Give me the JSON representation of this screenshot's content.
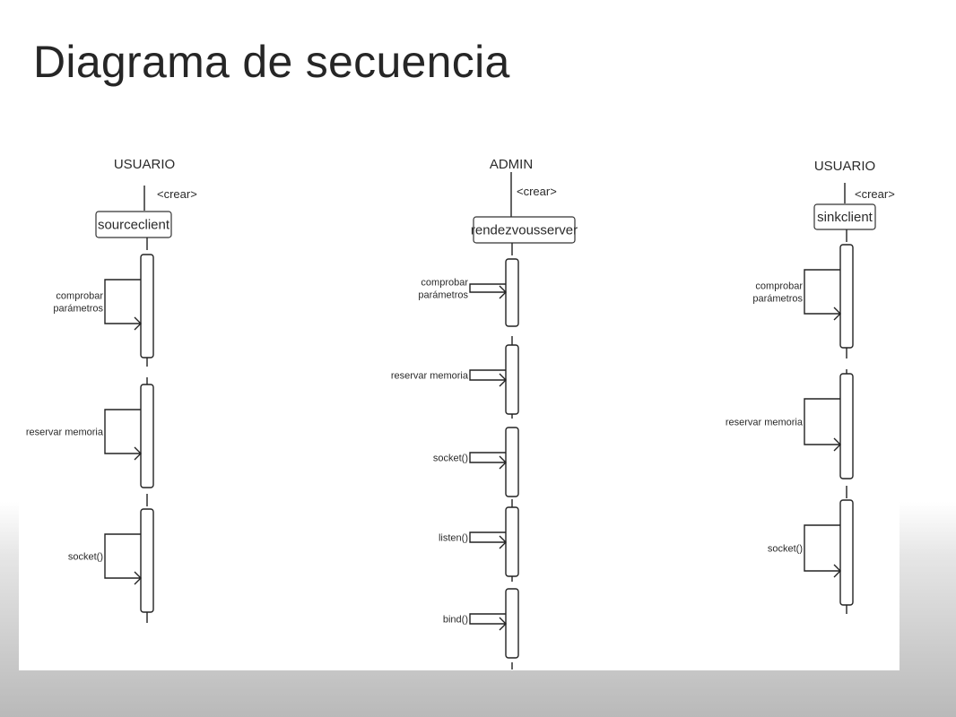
{
  "slide": {
    "title": "Diagrama de secuencia"
  },
  "diagram": {
    "lanes": [
      {
        "actor": "USUARIO",
        "stereotype": "<crear>",
        "object": "sourceclient",
        "messages": [
          {
            "lines": [
              "comprobar",
              "parámetros"
            ]
          },
          {
            "lines": [
              "reservar memoria"
            ]
          },
          {
            "lines": [
              "socket()"
            ]
          }
        ]
      },
      {
        "actor": "ADMIN",
        "stereotype": "<crear>",
        "object": "rendezvousserver",
        "messages": [
          {
            "lines": [
              "comprobar",
              "parámetros"
            ]
          },
          {
            "lines": [
              "reservar memoria"
            ]
          },
          {
            "lines": [
              "socket()"
            ]
          },
          {
            "lines": [
              "listen()"
            ]
          },
          {
            "lines": [
              "bind()"
            ]
          }
        ]
      },
      {
        "actor": "USUARIO",
        "stereotype": "<crear>",
        "object": "sinkclient",
        "messages": [
          {
            "lines": [
              "comprobar",
              "parámetros"
            ]
          },
          {
            "lines": [
              "reservar memoria"
            ]
          },
          {
            "lines": [
              "socket()"
            ]
          }
        ]
      }
    ]
  }
}
